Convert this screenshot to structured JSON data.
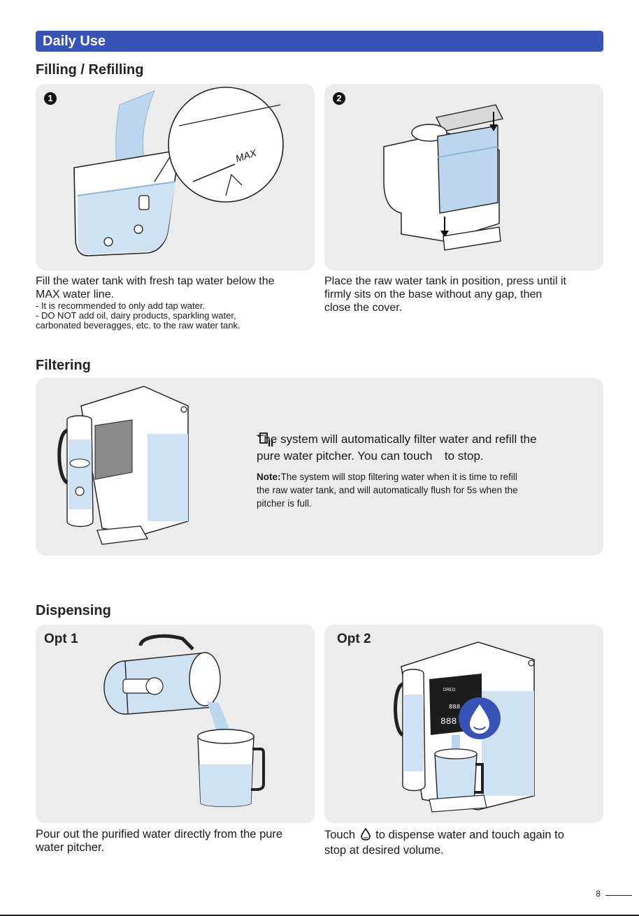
{
  "section_title": "Daily Use",
  "filling": {
    "heading": "Filling / Refilling",
    "step1": {
      "number": "1",
      "max_label": "MAX",
      "text_line1": "Fill the water tank with fresh tap water below the",
      "text_line2": "MAX water line.",
      "note1": "- It is recommended to only add tap water.",
      "note2_line1": "- DO NOT add oil, dairy products, sparkling water,",
      "note2_line2": "carbonated beveragges, etc. to the raw water tank."
    },
    "step2": {
      "number": "2",
      "text_line1": "Place the raw water tank in position, press until it",
      "text_line2": "firmly sits on the base without any gap, then",
      "text_line3": "close the cover."
    }
  },
  "filtering": {
    "heading": "Filtering",
    "text_line1": "The system will automatically filter water and refill the",
    "text_line2_a": "pure water pitcher. You can touch",
    "text_line2_b": "to stop.",
    "note_label": "Note:",
    "note_line1": "The system will stop filtering water when it is time to refill",
    "note_line2": "the raw water tank, and will automatically flush for 5s when the",
    "note_line3": "pitcher is full."
  },
  "dispensing": {
    "heading": "Dispensing",
    "opt1": {
      "label": "Opt 1",
      "text_line1": "Pour out the purified water directly from the pure",
      "text_line2": "water pitcher."
    },
    "opt2": {
      "label": "Opt 2",
      "display_brand": "DREO",
      "display_digits_1": "888",
      "display_digits_2": "888",
      "text_line1_a": "Touch",
      "text_line1_b": "to dispense water and touch again to",
      "text_line2": "stop at desired volume."
    }
  },
  "page_number": "8",
  "colors": {
    "banner": "#3753b5",
    "panel": "#ececec",
    "water": "#bcd6ee",
    "accent_blue": "#3753b5"
  }
}
